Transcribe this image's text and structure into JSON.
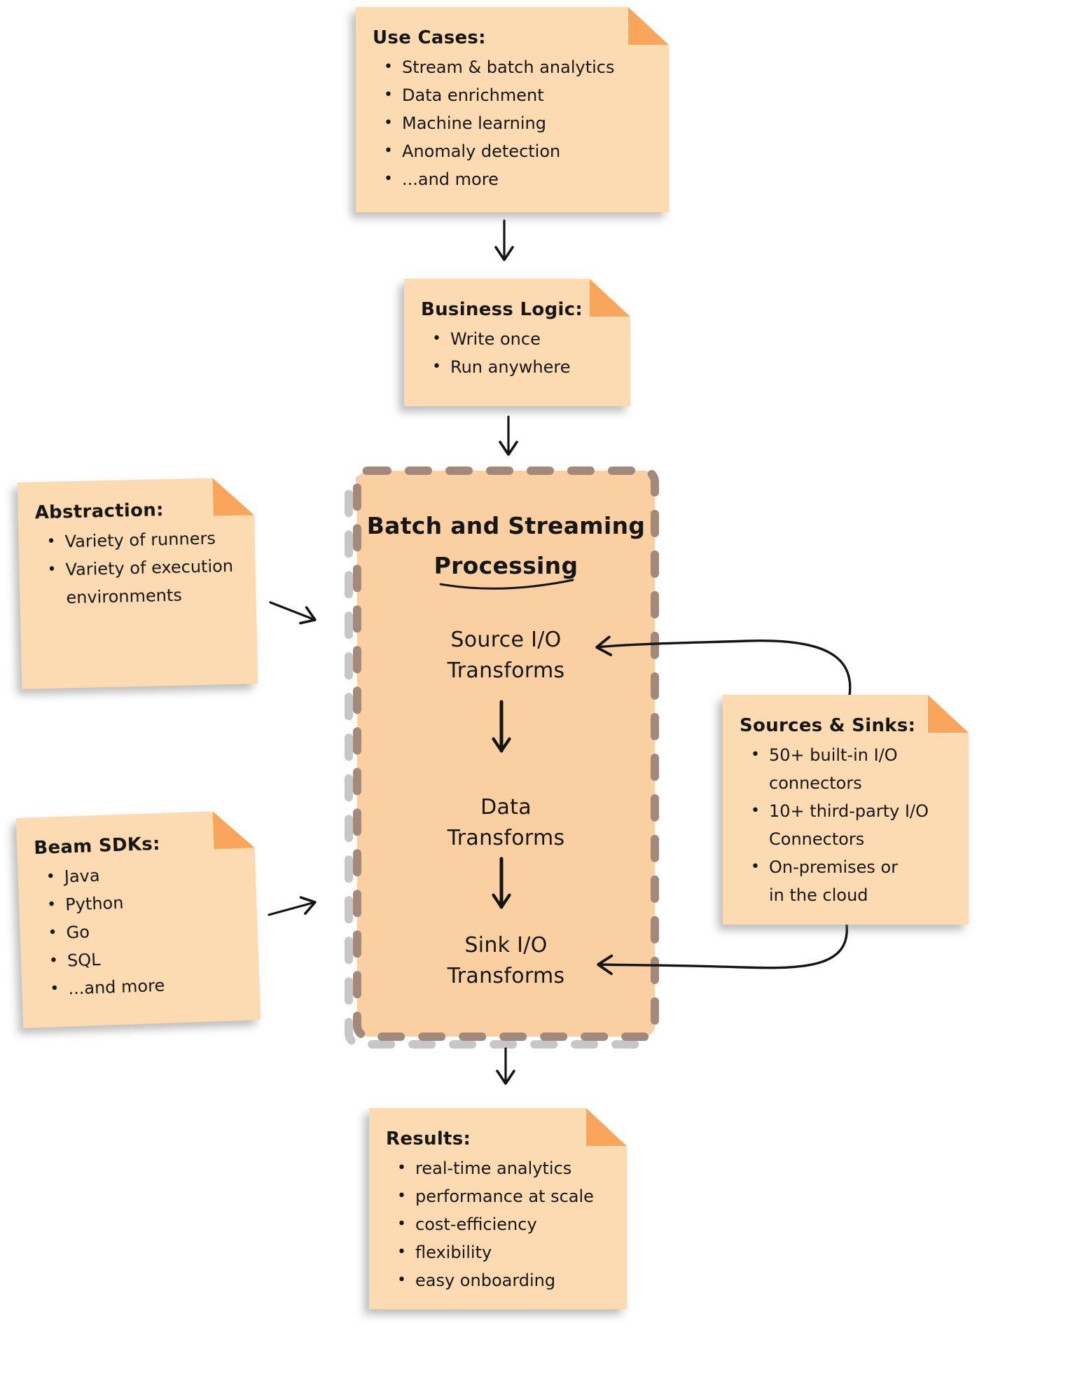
{
  "notes": {
    "use_cases": {
      "title": "Use Cases:",
      "items": [
        "Stream & batch analytics",
        "Data enrichment",
        "Machine learning",
        "Anomaly detection",
        "...and more"
      ]
    },
    "business_logic": {
      "title": "Business Logic:",
      "items": [
        "Write once",
        "Run anywhere"
      ]
    },
    "abstraction": {
      "title": "Abstraction:",
      "items": [
        "Variety of runners",
        "Variety of execution\nenvironments"
      ]
    },
    "beam_sdks": {
      "title": "Beam SDKs:",
      "items": [
        "Java",
        "Python",
        "Go",
        "SQL",
        "...and more"
      ]
    },
    "sources_sinks": {
      "title": "Sources & Sinks:",
      "items": [
        "50+ built-in I/O\nconnectors",
        "10+ third-party I/O\nConnectors",
        "On-premises or\nin the cloud"
      ]
    },
    "results": {
      "title": "Results:",
      "items": [
        "real-time analytics",
        "performance at scale",
        "cost-efficiency",
        "flexibility",
        "easy onboarding"
      ]
    }
  },
  "process_box": {
    "title_line1": "Batch and Streaming",
    "title_line2": "Processing",
    "steps": [
      {
        "line1": "Source I/O",
        "line2": "Transforms"
      },
      {
        "line1": "Data",
        "line2": "Transforms"
      },
      {
        "line1": "Sink I/O",
        "line2": "Transforms"
      }
    ]
  },
  "colors": {
    "note_fill": "#FCDBB3",
    "note_fold": "#F9A65C",
    "box_fill": "#FAD0A2",
    "box_border": "#A3897B",
    "box_shadow": "#C7C7C7",
    "ink": "#161616"
  }
}
